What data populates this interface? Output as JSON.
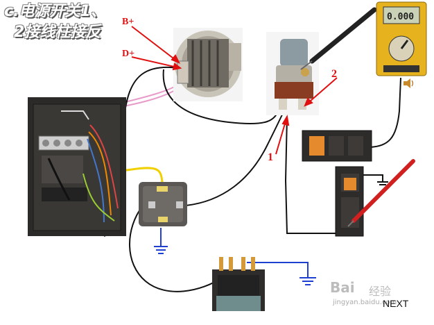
{
  "slide": {
    "title_line1": "c.电源开关1、",
    "title_line2": "2接线柱接反",
    "label_bplus": "B+",
    "label_dplus": "D+",
    "num_1": "1",
    "num_2": "2",
    "next_label": "NEXT",
    "multimeter_display": "0.000"
  },
  "watermark": {
    "brand": "Bai",
    "sub": "经验",
    "url": "jingyan.baidu.com"
  },
  "colors": {
    "accent_red": "#e01010",
    "wire_black": "#111111",
    "wire_pink": "#e89ac8",
    "wire_yellow": "#f0d000",
    "ground_blue": "#1f3fd0"
  }
}
